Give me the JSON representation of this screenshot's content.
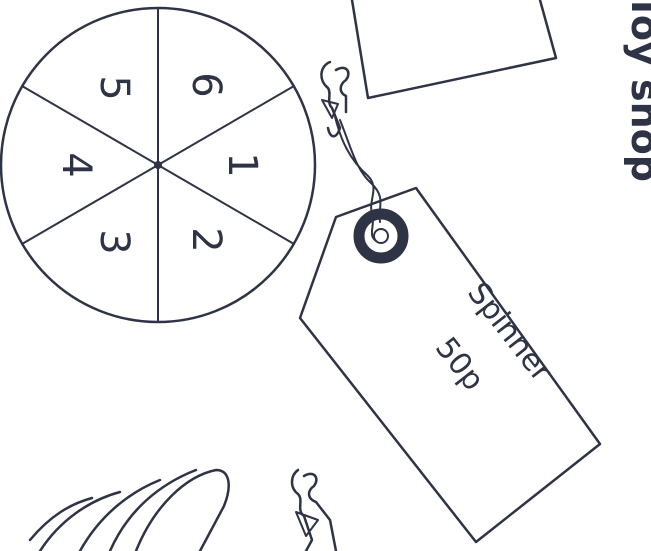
{
  "shop_title": "Toy shop",
  "spinner": {
    "numbers": [
      "6",
      "1",
      "2",
      "3",
      "4",
      "5"
    ]
  },
  "price_tag": {
    "item": "Spinner",
    "price": "50p"
  },
  "colors": {
    "ink": "#2f3346",
    "paper": "#ffffff"
  }
}
